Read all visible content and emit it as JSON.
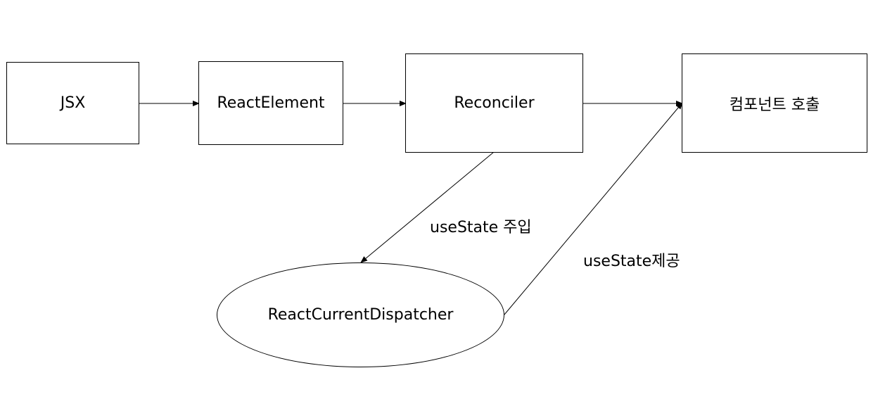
{
  "nodes": {
    "jsx": "JSX",
    "react_element": "ReactElement",
    "reconciler": "Reconciler",
    "component_call": "컴포넌트 호출",
    "dispatcher": "ReactCurrentDispatcher"
  },
  "edge_labels": {
    "inject": "useState 주입",
    "provide": "useState제공"
  },
  "colors": {
    "stroke": "#000000",
    "background": "#ffffff"
  }
}
